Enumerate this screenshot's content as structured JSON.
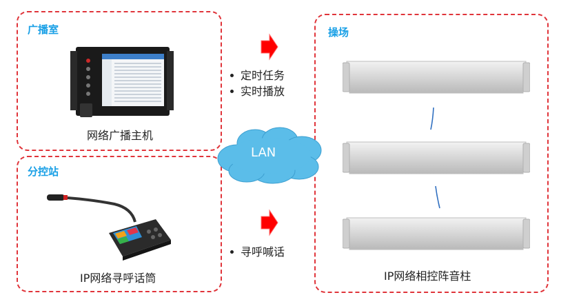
{
  "zones": {
    "broadcast": {
      "title": "广播室",
      "device_label": "网络广播主机"
    },
    "substation": {
      "title": "分控站",
      "device_label": "IP网络寻呼话筒"
    },
    "playground": {
      "title": "操场",
      "device_label": "IP网络相控阵音柱"
    }
  },
  "flows": {
    "top_items": [
      "定时任务",
      "实时播放"
    ],
    "bottom_items": [
      "寻呼喊话"
    ]
  },
  "network": {
    "label": "LAN"
  },
  "colors": {
    "zone_border": "#e0343a",
    "zone_title": "#1aa0e6",
    "arrow": "#ff0000",
    "cloud": "#5bbde9",
    "link_line": "#2f6fc0"
  }
}
